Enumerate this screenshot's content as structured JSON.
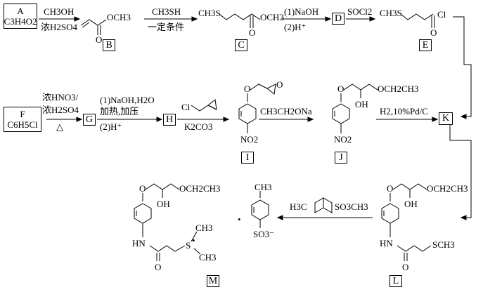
{
  "compounds": {
    "A": {
      "label": "A",
      "formula": "C3H4O2"
    },
    "F": {
      "label": "F",
      "formula": "C6H5Cl"
    },
    "B": "B",
    "C": "C",
    "D": "D",
    "E": "E",
    "G": "G",
    "H": "H",
    "I": "I",
    "J": "J",
    "K": "K",
    "L": "L",
    "M": "M"
  },
  "reagents": {
    "a_to_b_top": "CH3OH",
    "a_to_b_bottom": "浓H2SO4",
    "b_to_c_top": "CH3SH",
    "b_to_c_bottom": "一定条件",
    "c_to_d_top": "(1)NaOH",
    "c_to_d_bottom": "(2)H⁺",
    "d_to_e_top": "SOCl2",
    "f_to_g_1": "浓HNO3/",
    "f_to_g_2": "浓H2SO4",
    "f_to_g_3": "△",
    "g_to_h_1": "(1)NaOH,H2O",
    "g_to_h_2": "加热,加压",
    "g_to_h_3": "(2)H⁺",
    "h_to_i_top": "Cl",
    "h_to_i_bottom": "K2CO3",
    "i_to_j_top": "CH3CH2ONa",
    "j_to_k_top": "H2,10%Pd/C",
    "l_to_m_top": "H3C",
    "l_to_m_top2": "SO3CH3"
  },
  "structure_text": {
    "b_ester": "OCH3",
    "b_o": "O",
    "c_ch3s": "CH3S",
    "c_ester": "OCH3",
    "c_o": "O",
    "e_ch3s": "CH3S",
    "e_cl": "Cl",
    "e_o": "O",
    "i_o": "O",
    "i_ring_o": "O",
    "i_no2": "NO2",
    "j_o": "O",
    "j_oet": "OCH2CH3",
    "j_oh": "OH",
    "j_no2": "NO2",
    "l_o": "O",
    "l_oet": "OCH2CH3",
    "l_oh": "OH",
    "l_hn": "HN",
    "l_o2": "O",
    "l_sch3": "SCH3",
    "m_o": "O",
    "m_oet": "OCH2CH3",
    "m_oh": "OH",
    "m_hn": "HN",
    "m_o2": "O",
    "m_ch3a": "CH3",
    "m_s": "S",
    "m_ch3b": "CH3",
    "anion_ch3": "CH3",
    "anion_so3": "SO3⁻",
    "radical_dot": "•",
    "radical_dot2": "•"
  }
}
